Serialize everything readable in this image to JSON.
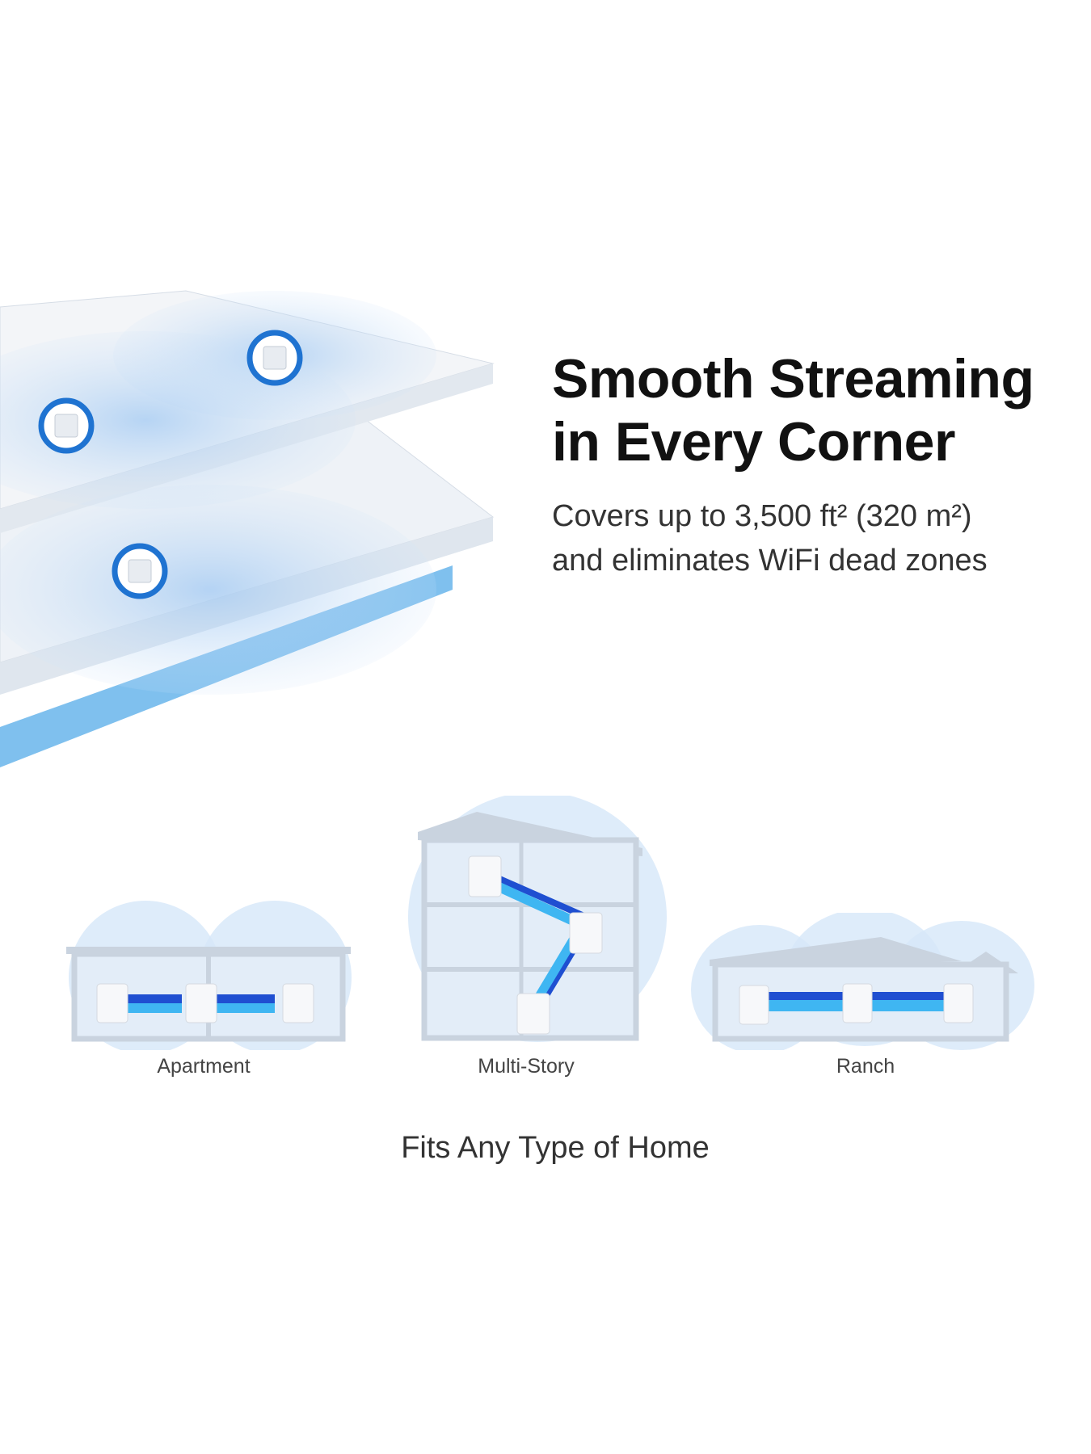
{
  "hero": {
    "headline_line1": "Smooth Streaming",
    "headline_line2": "in Every Corner",
    "subtitle_line1": "Covers up to 3,500 ft² (320 m²)",
    "subtitle_line2": "and eliminates WiFi dead zones"
  },
  "home_types": [
    {
      "label": "Apartment"
    },
    {
      "label": "Multi-Story"
    },
    {
      "label": "Ranch"
    }
  ],
  "tagline": "Fits Any Type of Home",
  "colors": {
    "accent": "#1f73d1",
    "coverage": "#bcd8f5",
    "link": "#3fa0ee"
  }
}
